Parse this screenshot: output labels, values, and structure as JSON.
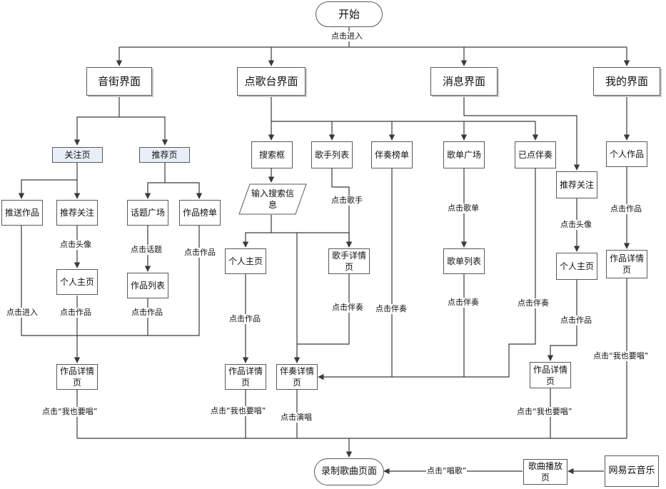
{
  "nodes": {
    "start": "开始",
    "yinjie": "音街界面",
    "diangetai": "点歌台界面",
    "xiaoxi": "消息界面",
    "wode": "我的界面",
    "guanzhu": "关注页",
    "tuijian": "推荐页",
    "tuisong": "推送作品",
    "tuijian_guanzhu_1": "推荐关注",
    "huati": "话题广场",
    "zuopin_bangdan": "作品榜单",
    "geren_zhuye_1": "个人主页",
    "zuopin_liebiao": "作品列表",
    "zuopin_xiangqing_1": "作品详情页",
    "sousuo": "搜索框",
    "shuru": "输入搜索信息",
    "geshou_liebiao": "歌手列表",
    "banzou_bangdan": "伴奏榜单",
    "gedan_guangchang": "歌单广场",
    "yidian_banzou": "已点伴奏",
    "geren_zhuye_2": "个人主页",
    "geshou_xiangqing": "歌手详情页",
    "gedan_liebiao": "歌单列表",
    "zuopin_xiangqing_2": "作品详情页",
    "banzou_xiangqing": "伴奏详情页",
    "tuijian_guanzhu_2": "推荐关注",
    "geren_zhuye_3": "个人主页",
    "zuopin_xiangqing_3": "作品详情页",
    "geren_zuopin": "个人作品",
    "zuopin_xiangqing_4": "作品详情页",
    "luzhi": "录制歌曲页面",
    "gequ_bofang": "歌曲播放页",
    "wangyiyun": "网易云音乐"
  },
  "labels": {
    "enter_start": "点击进入",
    "avatar_1": "点击头像",
    "topic": "点击话题",
    "works_bangdan": "点击作品",
    "enter_push": "点击进入",
    "works_1": "点击作品",
    "works_list": "点击作品",
    "sing_also_1": "点击“我也要唱”",
    "singer": "点击歌手",
    "works_2": "点击作品",
    "sing_also_2": "点击“我也要唱”",
    "accomp_singer": "点击伴奏",
    "accomp_bangdan": "点击伴奏",
    "sing_play": "点击演唱",
    "gedan": "点击歌单",
    "accomp_gedan": "点击伴奏",
    "accomp_yidian": "点击伴奏",
    "avatar_2": "点击头像",
    "works_3": "点击作品",
    "sing_also_3": "点击“我也要唱”",
    "works_geren": "点击作品",
    "sing_also_4": "点击“我也要唱”",
    "changge": "点击“唱歌”"
  },
  "colors": {
    "line": "#3a3a3a",
    "border": "#5a5a5a",
    "tint": "#e9eff8",
    "shadow": "#c7c7c7",
    "background": "#ffffff"
  }
}
